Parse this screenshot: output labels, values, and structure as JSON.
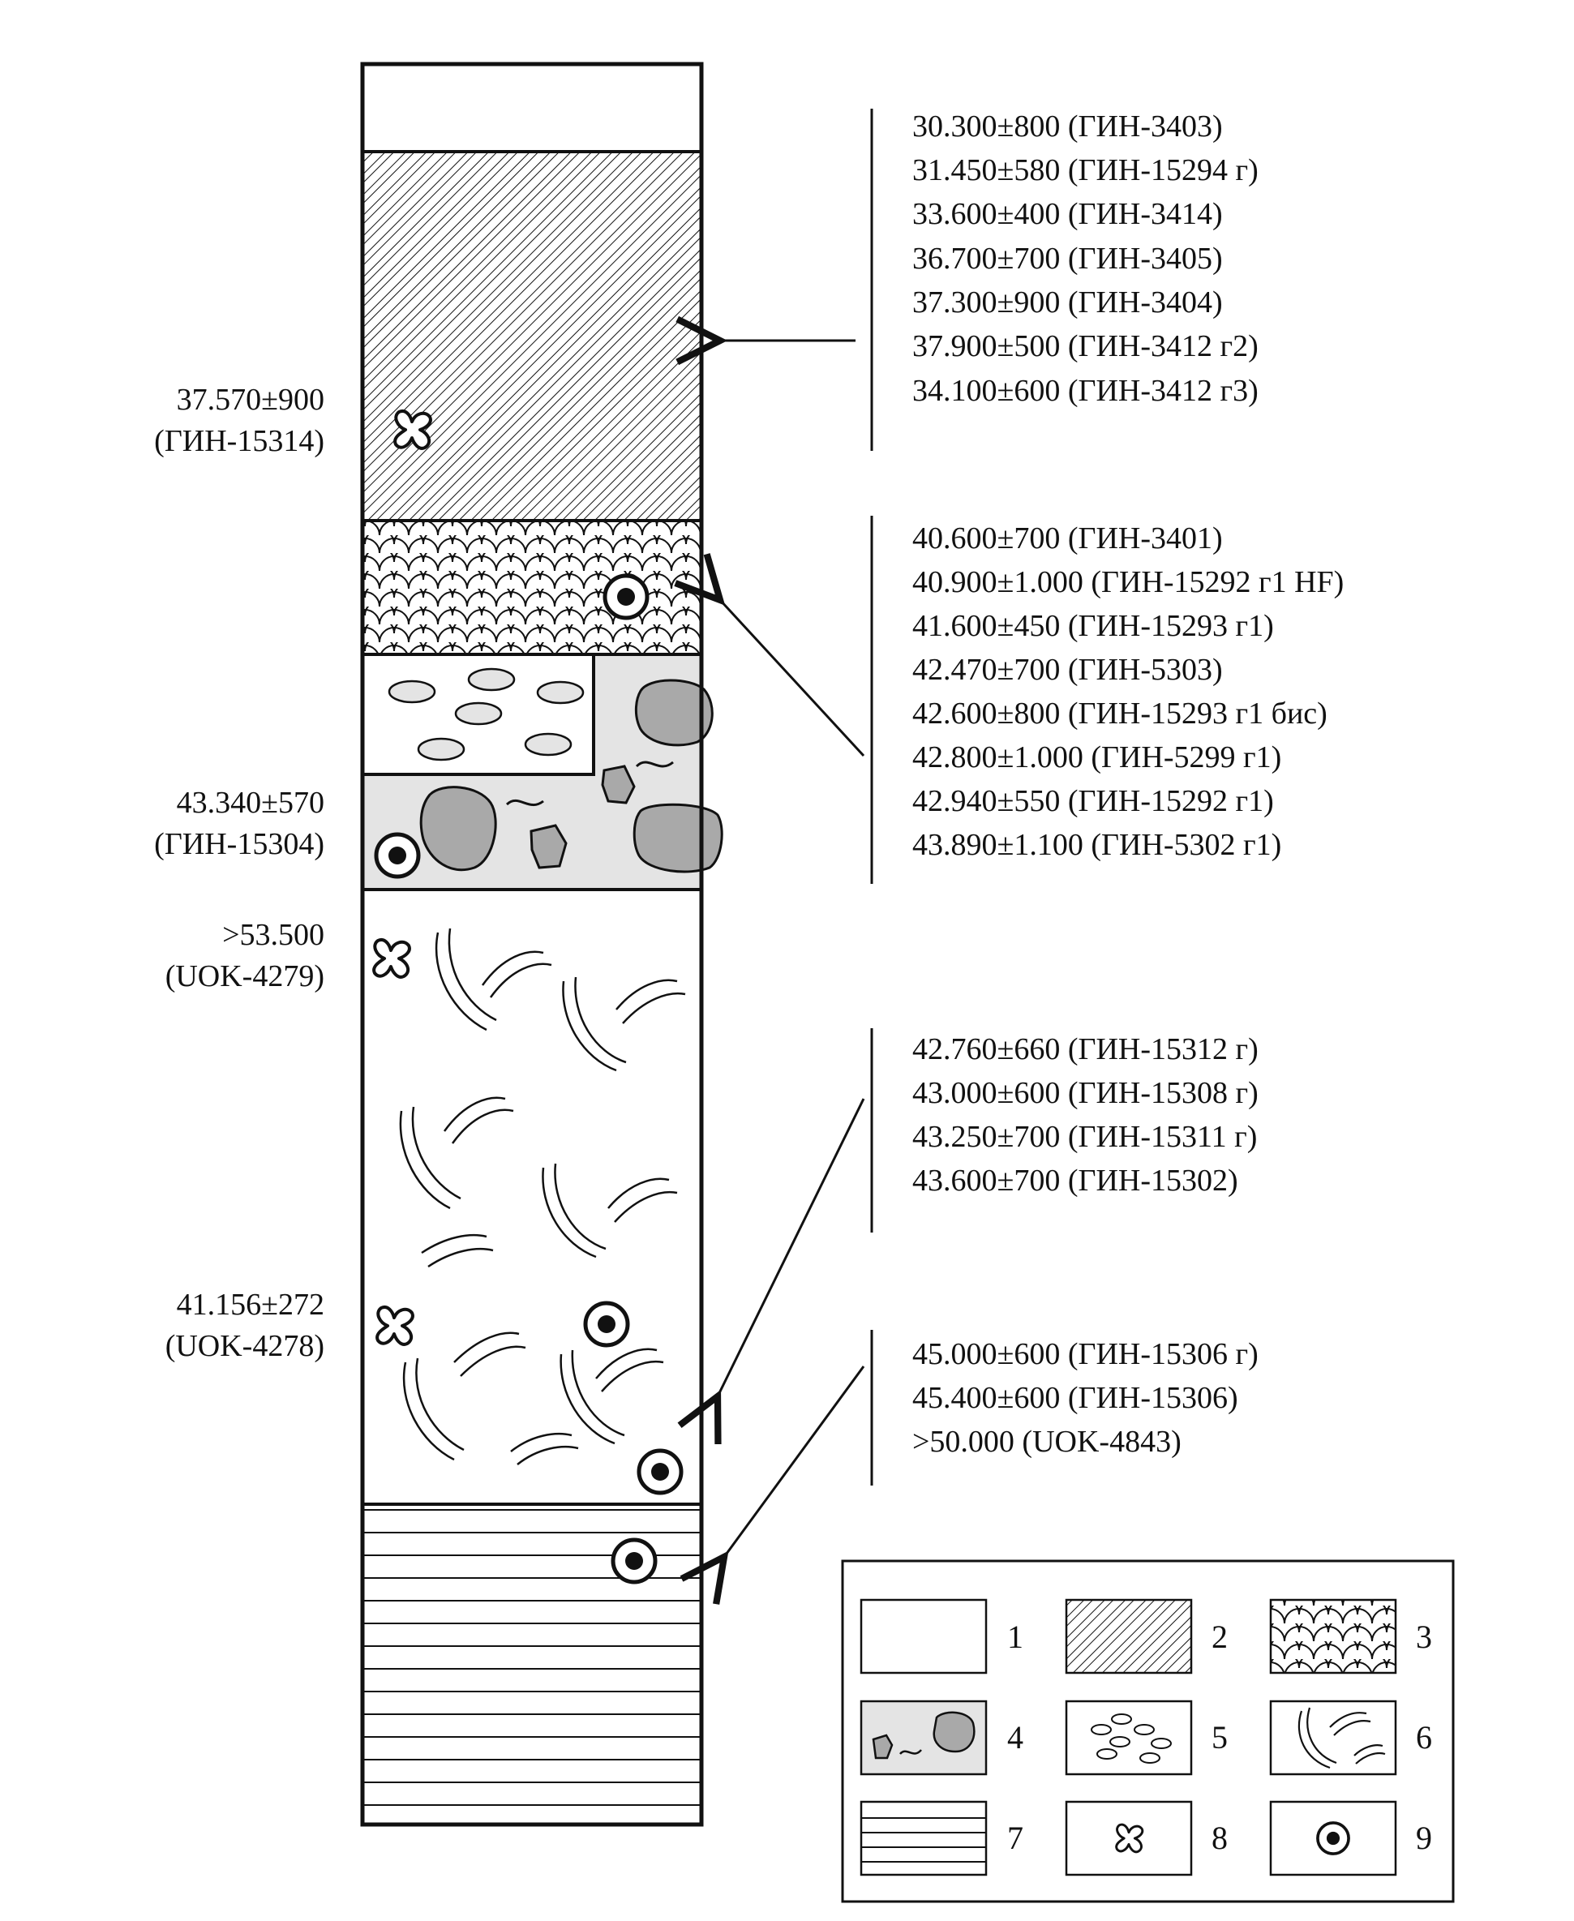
{
  "left_labels": [
    {
      "value": "37.570±900",
      "lab": "(ГИН-15314)"
    },
    {
      "value": "43.340±570",
      "lab": "(ГИН-15304)"
    },
    {
      "value": ">53.500",
      "lab": "(UOK-4279)"
    },
    {
      "value": "41.156±272",
      "lab": "(UOK-4278)"
    }
  ],
  "right_groups": [
    {
      "dates": [
        "30.300±800 (ГИН-3403)",
        "31.450±580 (ГИН-15294 г)",
        "33.600±400 (ГИН-3414)",
        "36.700±700 (ГИН-3405)",
        "37.300±900 (ГИН-3404)",
        "37.900±500 (ГИН-3412 г2)",
        "34.100±600 (ГИН-3412 г3)"
      ]
    },
    {
      "dates": [
        "40.600±700 (ГИН-3401)",
        "40.900±1.000 (ГИН-15292 г1 HF)",
        "41.600±450 (ГИН-15293 г1)",
        "42.470±700 (ГИН-5303)",
        "42.600±800 (ГИН-15293 г1 бис)",
        "42.800±1.000 (ГИН-5299 г1)",
        "42.940±550 (ГИН-15292 г1)",
        "43.890±1.100 (ГИН-5302 г1)"
      ]
    },
    {
      "dates": [
        "42.760±660 (ГИН-15312 г)",
        "43.000±600 (ГИН-15308 г)",
        "43.250±700 (ГИН-15311 г)",
        "43.600±700 (ГИН-15302)"
      ]
    },
    {
      "dates": [
        "45.000±600 (ГИН-15306 г)",
        "45.400±600 (ГИН-15306)",
        ">50.000 (UOK-4843)"
      ]
    }
  ],
  "legend": [
    {
      "num": "1",
      "pattern": "blank"
    },
    {
      "num": "2",
      "pattern": "diagonal-hatch"
    },
    {
      "num": "3",
      "pattern": "scales"
    },
    {
      "num": "4",
      "pattern": "gray-clasts"
    },
    {
      "num": "5",
      "pattern": "ovals"
    },
    {
      "num": "6",
      "pattern": "arcs"
    },
    {
      "num": "7",
      "pattern": "horizontal-lines"
    },
    {
      "num": "8",
      "pattern": "bone-symbol"
    },
    {
      "num": "9",
      "pattern": "sample-target"
    }
  ],
  "colors": {
    "ink": "#111111",
    "fill_gray": "#e4e4e4",
    "clast_gray": "#a9a9a9"
  }
}
